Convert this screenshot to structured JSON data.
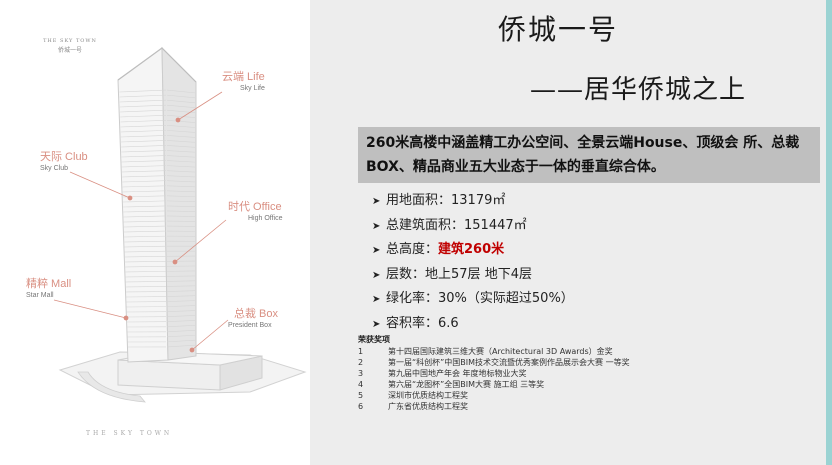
{
  "logo": {
    "en": "THE SKY TOWN",
    "cn": "侨城一号"
  },
  "zones": [
    {
      "cn": "云端 Life",
      "en": "Sky Life"
    },
    {
      "cn": "天际 Club",
      "en": "Sky Club"
    },
    {
      "cn": "时代 Office",
      "en": "High Office"
    },
    {
      "cn": "精粹 Mall",
      "en": "Star Mall"
    },
    {
      "cn": "总裁 Box",
      "en": "President Box"
    }
  ],
  "bottom_brand": "THE SKY TOWN",
  "title": "侨城一号",
  "subtitle": "——居华侨城之上",
  "summary": "260米高楼中涵盖精工办公空间、全景云端House、顶级会 所、总裁BOX、精品商业五大业态于一体的垂直综合体。",
  "stats": [
    {
      "label": "用地面积：",
      "value": "13179㎡"
    },
    {
      "label": "总建筑面积：",
      "value": "151447㎡"
    },
    {
      "label": "总高度：",
      "value": "建筑260米"
    },
    {
      "label": "层数：",
      "value": "地上57层  地下4层"
    },
    {
      "label": "绿化率：",
      "value": "30%（实际超过50%）"
    },
    {
      "label": "容积率：",
      "value": "6.6"
    }
  ],
  "awards_title": "荣获奖项",
  "awards": [
    {
      "num": "1",
      "text": "第十四届国际建筑三维大赛（Architectural 3D Awards）金奖"
    },
    {
      "num": "2",
      "text": "第一届“科创杯”中国BIM技术交流暨优秀案例作品展示会大赛 一等奖"
    },
    {
      "num": "3",
      "text": "第九届中国地产年会  年度地标物业大奖"
    },
    {
      "num": "4",
      "text": "第六届“龙图杯”全国BIM大赛 施工组 三等奖"
    },
    {
      "num": "5",
      "text": "深圳市优质结构工程奖"
    },
    {
      "num": "6",
      "text": "广东省优质结构工程奖"
    }
  ],
  "colors": {
    "accent": "#d98f82",
    "highlight": "#c00000",
    "summary_bg": "#bfbfbf",
    "panel_bg": "#ededed",
    "edge": "#9bd3d3"
  }
}
